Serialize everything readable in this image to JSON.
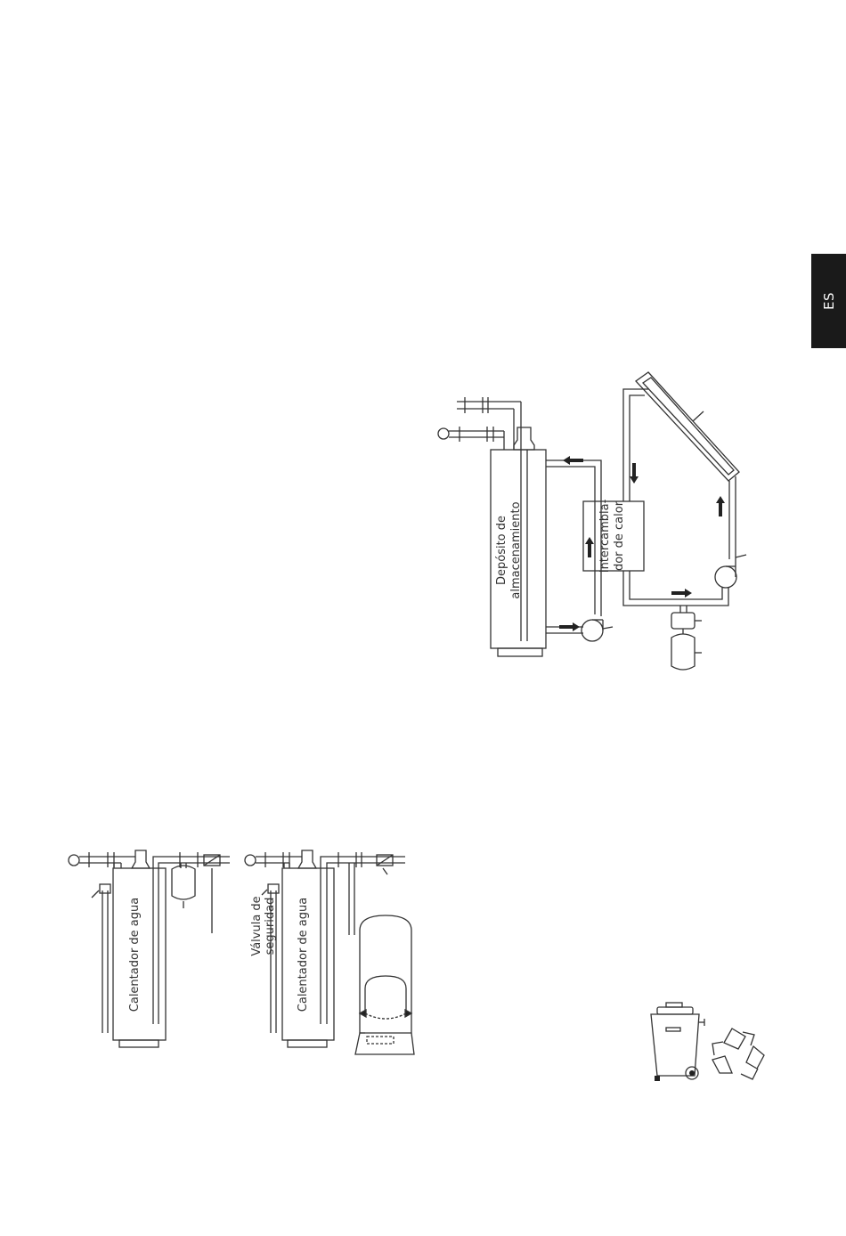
{
  "language_tab": {
    "label": "ES"
  },
  "solar_diagram": {
    "tank_label_line1": "Depósito de",
    "tank_label_line2": "almacenamiento",
    "exchanger_label_line1": "Intercambia-",
    "exchanger_label_line2": "dor de calor"
  },
  "heater_diagram_left": {
    "heater_label": "Calentador de agua"
  },
  "heater_diagram_right": {
    "valve_label_line1": "Válvula de",
    "valve_label_line2": "seguridad",
    "heater_label": "Calentador de agua"
  },
  "icons": [
    "lang-tab",
    "wheelie-bin-icon",
    "recycle-icon",
    "pump-icon",
    "solar-collector-icon",
    "expansion-vessel-icon",
    "flow-arrow-icon"
  ],
  "colors": {
    "line": "#333333",
    "tab": "#1a1a1a",
    "background": "#ffffff"
  }
}
